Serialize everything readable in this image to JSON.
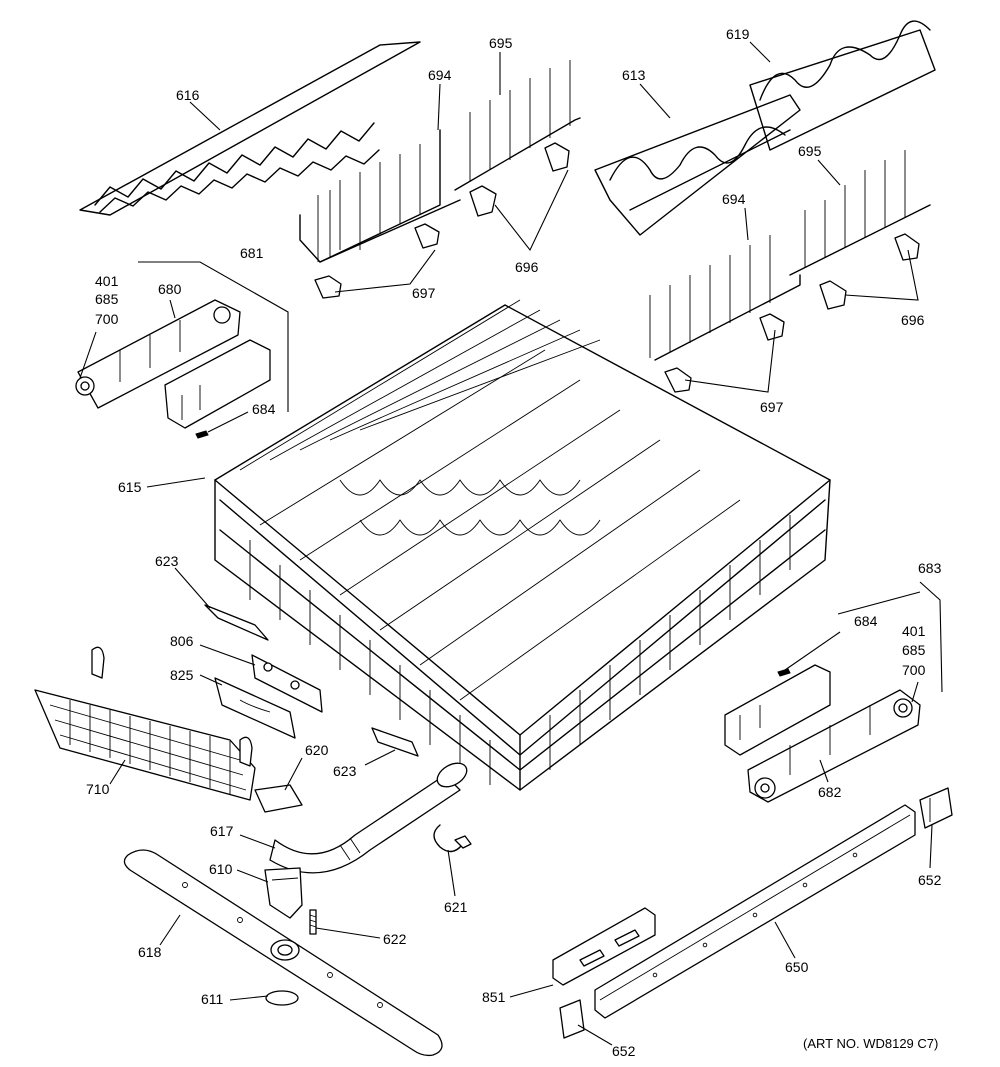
{
  "callouts": {
    "c616": "616",
    "c695a": "695",
    "c694a": "694",
    "c619": "619",
    "c613": "613",
    "c695b": "695",
    "c694b": "694",
    "c696a": "696",
    "c696b": "696",
    "c697a": "697",
    "c697b": "697",
    "c681": "681",
    "c401a": "401",
    "c685a": "685",
    "c700a": "700",
    "c680": "680",
    "c684a": "684",
    "c615": "615",
    "c623a": "623",
    "c806": "806",
    "c825": "825",
    "c710": "710",
    "c620": "620",
    "c623b": "623",
    "c617": "617",
    "c610": "610",
    "c621": "621",
    "c622": "622",
    "c618": "618",
    "c611": "611",
    "c683": "683",
    "c684b": "684",
    "c401b": "401",
    "c685b": "685",
    "c700b": "700",
    "c682": "682",
    "c652a": "652",
    "c650": "650",
    "c851": "851",
    "c652b": "652"
  },
  "art_number": "(ART NO. WD8129 C7)"
}
